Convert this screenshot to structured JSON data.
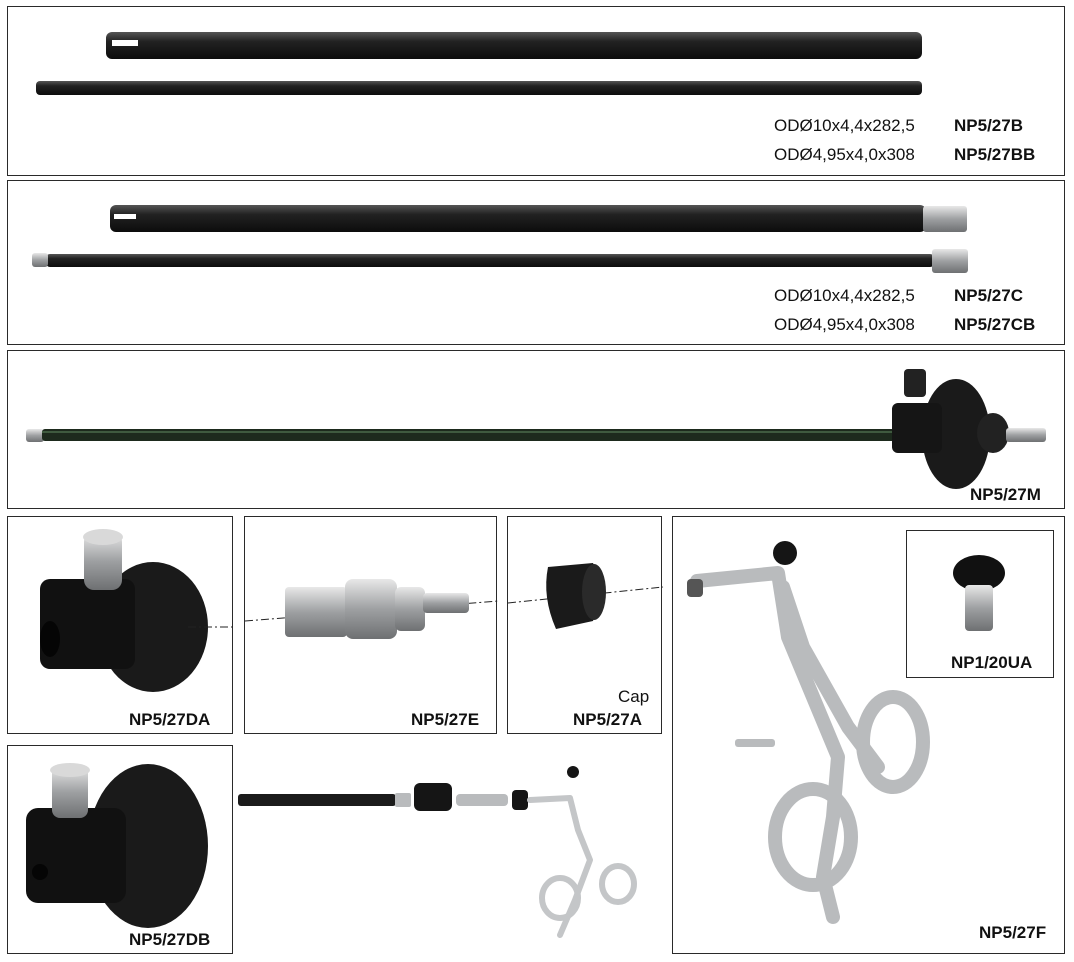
{
  "panel_b": {
    "rows": [
      {
        "spec": "ODØ10x4,4x282,5",
        "code": "NP5/27B"
      },
      {
        "spec": "ODØ4,95x4,0x308",
        "code": "NP5/27BB"
      }
    ]
  },
  "panel_c": {
    "rows": [
      {
        "spec": "ODØ10x4,4x282,5",
        "code": "NP5/27C"
      },
      {
        "spec": "ODØ4,95x4,0x308",
        "code": "NP5/27CB"
      }
    ]
  },
  "panel_m": {
    "code": "NP5/27M"
  },
  "panel_da": {
    "code": "NP5/27DA"
  },
  "panel_e": {
    "code": "NP5/27E"
  },
  "panel_a": {
    "caption": "Cap",
    "code": "NP5/27A"
  },
  "panel_f": {
    "code": "NP5/27F"
  },
  "panel_ua": {
    "code": "NP1/20UA"
  },
  "panel_db": {
    "code": "NP5/27DB"
  },
  "colors": {
    "tube": "#1b1b1b",
    "metal": "#b9bbbd",
    "knob": "#151515",
    "border": "#2a2a2a"
  }
}
